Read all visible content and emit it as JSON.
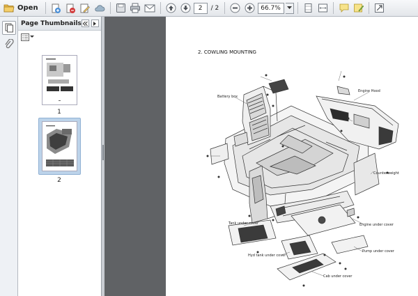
{
  "toolbar": {
    "open_label": "Open",
    "current_page": "2",
    "page_separator": "/",
    "total_pages": "2",
    "zoom": "66.7%"
  },
  "thumbnails": {
    "title": "Page Thumbnails",
    "pages": [
      {
        "label": "1",
        "selected": false
      },
      {
        "label": "2",
        "selected": true
      }
    ]
  },
  "document": {
    "section_title": "2. COWLING MOUNTING",
    "labels": {
      "battery_box": "Battery box",
      "engine_hood": "Engine Hood",
      "counterweight": "Counterweight",
      "tank_under_cover": "Tank under cover",
      "engine_under_cover": "Engine under cover",
      "pump_under_cover": "Pump under cover",
      "hyd_tank_under_cover": "Hyd tank under cover",
      "cab_under_cover": "Cab under cover"
    }
  },
  "colors": {
    "toolbar_bg": "#e3e6ea",
    "viewer_bg": "#606265",
    "selection": "#bcd3ea"
  }
}
